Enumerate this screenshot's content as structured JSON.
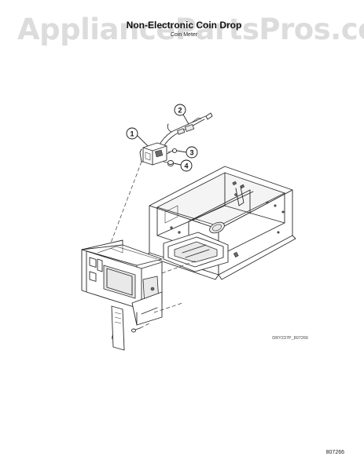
{
  "watermark": "AppliancePartsPros.com",
  "title": "Non-Electronic Coin Drop",
  "subtitle": "Coin Meter",
  "callouts": [
    {
      "number": "1"
    },
    {
      "number": "2"
    },
    {
      "number": "3"
    },
    {
      "number": "4"
    }
  ],
  "drawing_ref": "DRY237P_807266",
  "figure_number": "807266"
}
